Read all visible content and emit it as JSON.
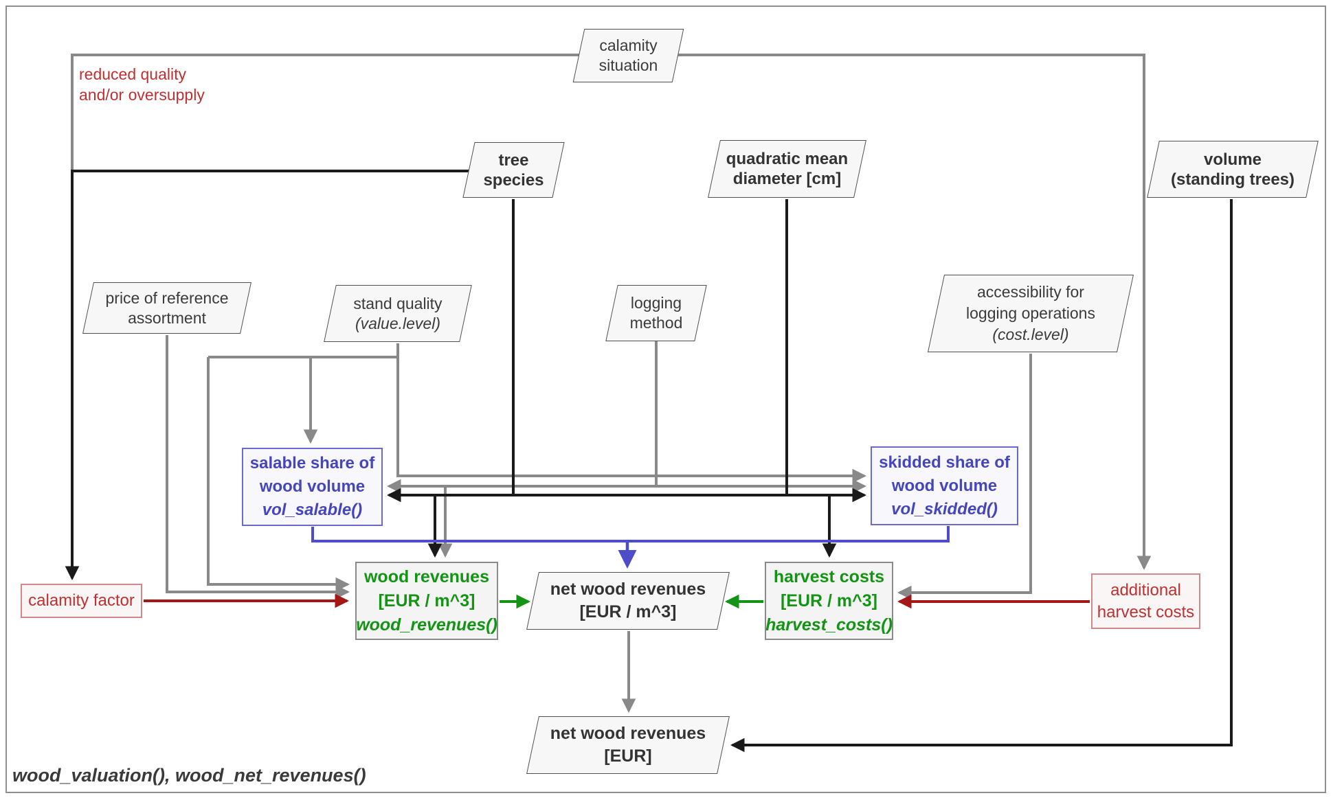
{
  "figure": {
    "caption": "wood_valuation(), wood_net_revenues()",
    "annotation": {
      "lines": [
        "reduced quality",
        "and/or oversupply"
      ]
    },
    "colors": {
      "edge_gray": "#898989",
      "edge_black": "#1a1a1a",
      "edge_red": "#a51717",
      "edge_green": "#149414",
      "edge_blue": "#4d4dc9",
      "text_red": "#c03030",
      "text_blue": "#4545bd",
      "text_green": "#149414",
      "node_fill": "#f7f7f7",
      "frame_border": "#8f8f8f"
    },
    "nodes": {
      "calamity_situation": {
        "lines": [
          "calamity",
          "situation"
        ]
      },
      "tree_species": {
        "lines": [
          "tree",
          "species"
        ]
      },
      "quadratic_mean_diameter": {
        "lines": [
          "quadratic mean",
          "diameter [cm]"
        ]
      },
      "volume_standing_trees": {
        "lines": [
          "volume",
          "(standing trees)"
        ]
      },
      "price_of_reference_assortment": {
        "lines": [
          "price of reference",
          "assortment"
        ]
      },
      "stand_quality": {
        "lines": [
          "stand quality",
          "(value.level)"
        ]
      },
      "logging_method": {
        "lines": [
          "logging",
          "method"
        ]
      },
      "accessibility": {
        "lines": [
          "accessibility for",
          "logging operations",
          "(cost.level)"
        ]
      },
      "salable_share": {
        "lines": [
          "salable share of",
          "wood volume",
          "vol_salable()"
        ]
      },
      "skidded_share": {
        "lines": [
          "skidded share of",
          "wood volume",
          "vol_skidded()"
        ]
      },
      "calamity_factor": {
        "lines": [
          "calamity factor"
        ]
      },
      "wood_revenues": {
        "lines": [
          "wood revenues",
          "[EUR / m^3]",
          "wood_revenues()"
        ]
      },
      "net_wood_revenues_m3": {
        "lines": [
          "net wood revenues",
          "[EUR / m^3]"
        ]
      },
      "harvest_costs": {
        "lines": [
          "harvest costs",
          "[EUR / m^3]",
          "harvest_costs()"
        ]
      },
      "additional_harvest_costs": {
        "lines": [
          "additional",
          "harvest costs"
        ]
      },
      "net_wood_revenues_eur": {
        "lines": [
          "net wood revenues",
          "[EUR]"
        ]
      }
    }
  }
}
